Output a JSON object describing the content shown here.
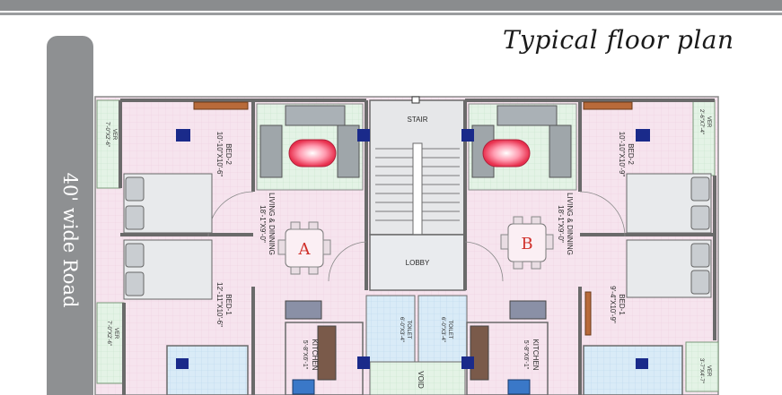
{
  "title": "Typical floor plan",
  "road": {
    "label": "40' wide Road"
  },
  "core": {
    "stair": "STAIR",
    "lobby": "LOBBY",
    "void": "VOID"
  },
  "units": {
    "a": {
      "letter": "A",
      "bed2": {
        "name": "BED-2",
        "size": "10'-10\"X10'-6\""
      },
      "living": {
        "name": "LIVING & DINNING",
        "size": "18'-1\"X9'-0\""
      },
      "bed1": {
        "name": "BED-1",
        "size": "12'-11\"X10'-6\""
      },
      "veranda_top": {
        "name": "VER",
        "size": "7'-0\"X2'-6\""
      },
      "veranda_bottom": {
        "name": "VER",
        "size": "7'-0\"X2'-6\""
      },
      "kitchen": {
        "name": "KITCHEN",
        "size": "5'-8\"X6'-1\""
      },
      "toilet": {
        "name": "TOILET",
        "size": "6'-0\"X3'-4\""
      }
    },
    "b": {
      "letter": "B",
      "bed2": {
        "name": "BED-2",
        "size": "10'-10\"X10'-9\""
      },
      "living": {
        "name": "LIVING & DINNING",
        "size": "18'-1\"X9'-0\""
      },
      "bed1": {
        "name": "BED-1",
        "size": "9'-4\"X10'-9\""
      },
      "veranda_top": {
        "name": "VER",
        "size": "2'-6\"X7'-4\""
      },
      "veranda_bottom": {
        "name": "VER",
        "size": "3'-7\"X4'-7\""
      },
      "kitchen": {
        "name": "KITCHEN",
        "size": "5'-8\"X6'-1\""
      },
      "toilet": {
        "name": "TOILET",
        "size": "6'-0\"X3'-4\""
      }
    }
  },
  "colors": {
    "road": "#8e9092",
    "floor": "#f8e8f0",
    "wall": "#6a6a6a",
    "accent": "#d0302a",
    "column": "#1a2a8a"
  }
}
